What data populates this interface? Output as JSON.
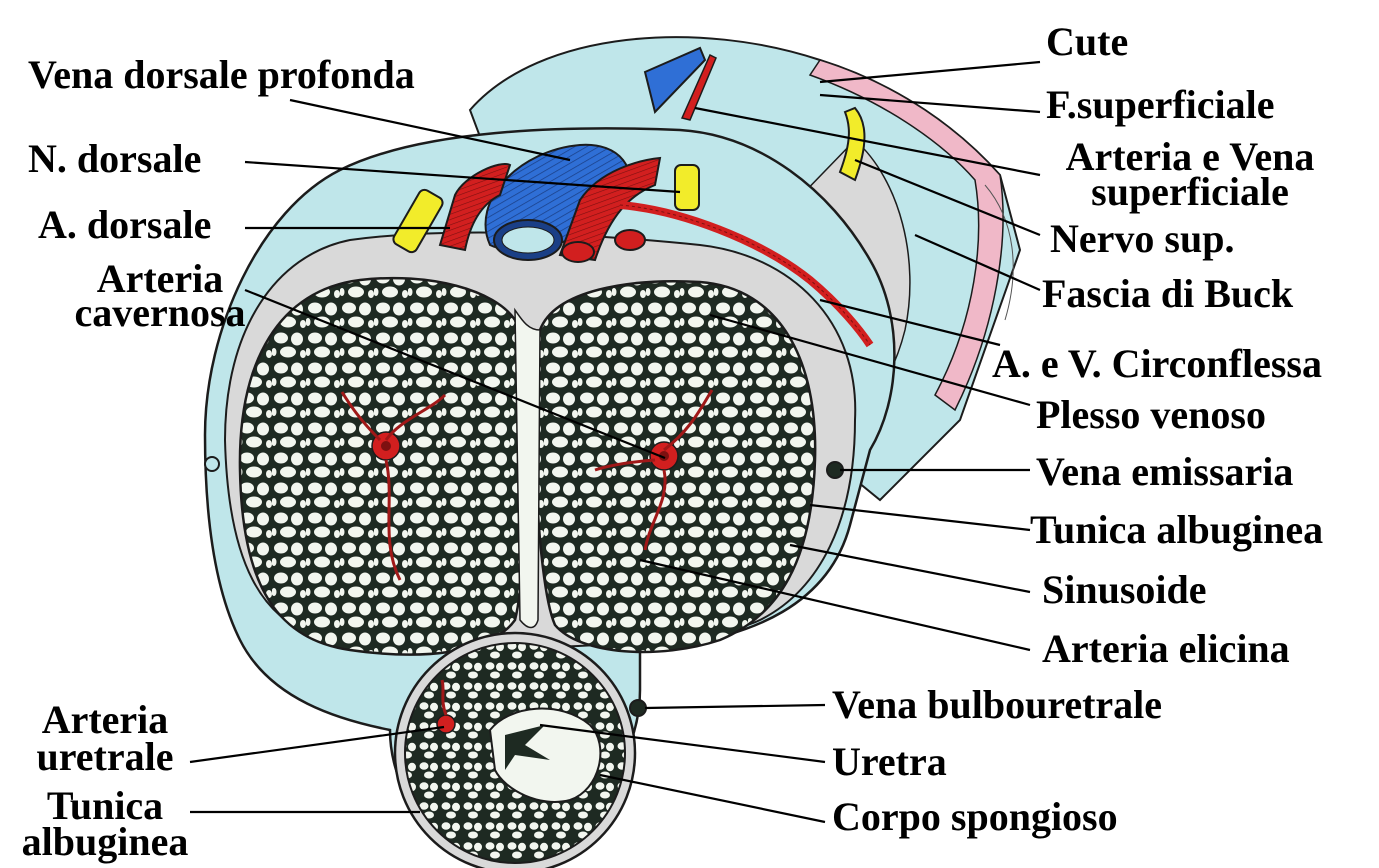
{
  "labels": {
    "vena_dorsale_profonda": "Vena dorsale profonda",
    "n_dorsale": "N. dorsale",
    "a_dorsale": "A. dorsale",
    "arteria_cavernosa_1": "Arteria",
    "arteria_cavernosa_2": "cavernosa",
    "arteria_uretrale_1": "Arteria",
    "arteria_uretrale_2": "uretrale",
    "tunica_albuginea_left_1": "Tunica",
    "tunica_albuginea_left_2": "albuginea",
    "cute": "Cute",
    "f_superficiale": "F.superficiale",
    "arteria_vena_superficiale_1": "Arteria e Vena",
    "arteria_vena_superficiale_2": "superficiale",
    "nervo_sup": "Nervo sup.",
    "fascia_di_buck": "Fascia di Buck",
    "circonflessa": "A. e V. Circonflessa",
    "plesso_venoso": "Plesso venoso",
    "vena_emissaria": "Vena emissaria",
    "tunica_albuginea_right": "Tunica albuginea",
    "sinusoide": "Sinusoide",
    "arteria_elicina": "Arteria elicina",
    "vena_bulbouretrale": "Vena bulbouretrale",
    "uretra": "Uretra",
    "corpo_spongioso": "Corpo spongioso"
  },
  "colors": {
    "outer_tissue": "#bfe6ea",
    "fascia_gray": "#d9d9d9",
    "sinus_dark": "#1e2a22",
    "sinus_light": "#f2f6ef",
    "artery_red": "#d21f1f",
    "vein_blue": "#2f6fd6",
    "nerve_yellow": "#f2ec2a",
    "skin_pink": "#f0b8c8"
  }
}
